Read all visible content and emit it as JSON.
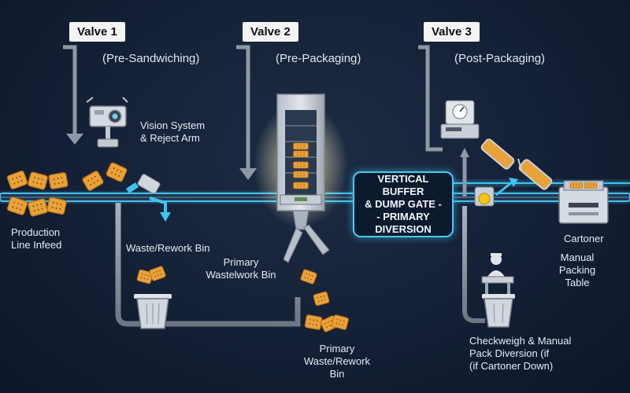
{
  "valves": [
    {
      "label": "Valve 1",
      "stage": "(Pre-Sandwiching)"
    },
    {
      "label": "Valve 2",
      "stage": "(Pre-Packaging)"
    },
    {
      "label": "Valve 3",
      "stage": "(Post-Packaging)"
    }
  ],
  "labels": {
    "vision": "Vision System\n& Reject Arm",
    "infeed": "Production\nLine Infeed",
    "waste_bin_1": "Waste/Rework Bin",
    "primary_bin_upper": "Primary\nWastelwork Bin",
    "primary_bin_lower": "Primary\nWaste/Rework Bin",
    "buffer": "VERTICAL BUFFER\n& DUMP GATE -\n- PRIMARY\nDIVERSION",
    "cartoner": "Cartoner",
    "manual_table": "Manual\nPacking\nTable",
    "checkweigh": "Checkweigh & Manual\nPack Diversion (if\n(if Cartoner Down)"
  },
  "colors": {
    "conveyor_glow": "#3fc4f2",
    "pipe": "#8a94a3",
    "biscuit": "#e9a23a",
    "background": "#142036",
    "indicator": "#f5c518"
  },
  "icons": [
    "camera-icon",
    "scale-icon",
    "operator-icon",
    "cartoner-icon",
    "waste-bin-icon"
  ]
}
